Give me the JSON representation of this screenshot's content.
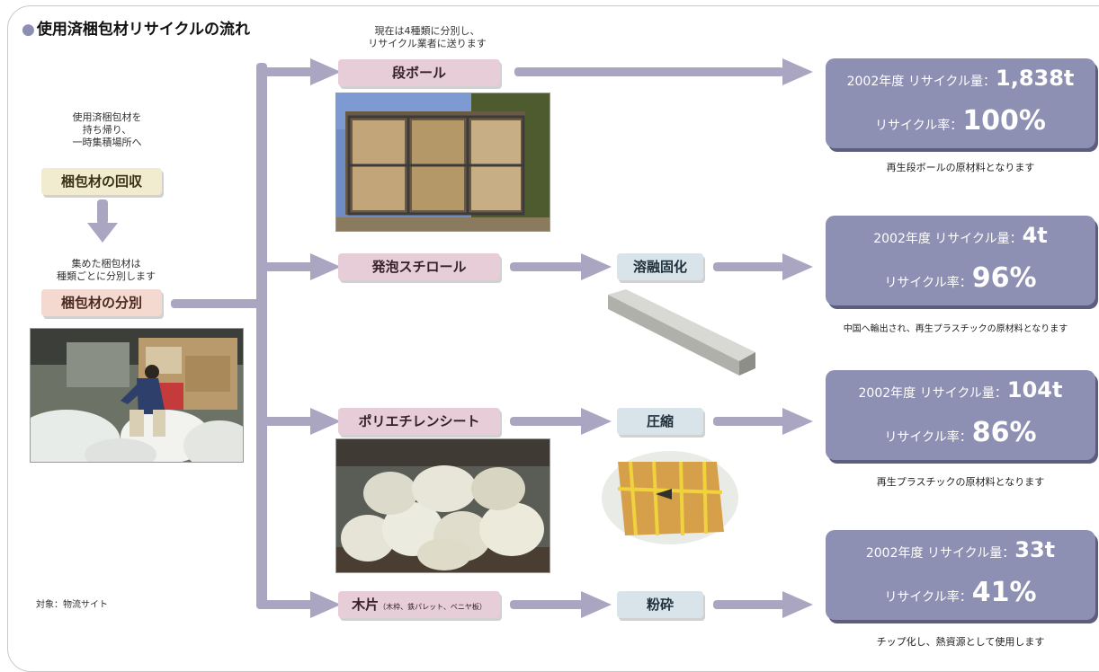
{
  "title": "使用済梱包材リサイクルの流れ",
  "left": {
    "collect_note": [
      "使用済梱包材を",
      "持ち帰り、",
      "一時集積場所へ"
    ],
    "collect_box": "梱包材の回収",
    "sort_note": [
      "集めた梱包材は",
      "種類ごとに分別します"
    ],
    "sort_box": "梱包材の分別"
  },
  "top_note": [
    "現在は4種類に分別し、",
    "リサイクル業者に送ります"
  ],
  "rows": [
    {
      "material": "段ボール",
      "process": "",
      "year_label": "2002年度 リサイクル量：",
      "amount": "1,838t",
      "rate_label": "リサイクル率：",
      "rate": "100%",
      "caption": "再生段ボールの原材料となります"
    },
    {
      "material": "発泡スチロール",
      "process": "溶融固化",
      "year_label": "2002年度 リサイクル量：",
      "amount": "4t",
      "rate_label": "リサイクル率：",
      "rate": "96%",
      "caption": "中国へ輸出され、再生プラスチックの原材料となります"
    },
    {
      "material": "ポリエチレンシート",
      "process": "圧縮",
      "year_label": "2002年度 リサイクル量：",
      "amount": "104t",
      "rate_label": "リサイクル率：",
      "rate": "86%",
      "caption": "再生プラスチックの原材料となります"
    },
    {
      "material": "木片",
      "material_sub": "（木枠、鉄パレット、ベニヤ板）",
      "process": "粉砕",
      "year_label": "2002年度 リサイクル量：",
      "amount": "33t",
      "rate_label": "リサイクル率：",
      "rate": "41%",
      "caption": "チップ化し、熱資源として使用します"
    }
  ],
  "footnote": "対象：物流サイト",
  "colors": {
    "accent": "#aaa5c1",
    "result_bg": "#8d8fb3"
  }
}
